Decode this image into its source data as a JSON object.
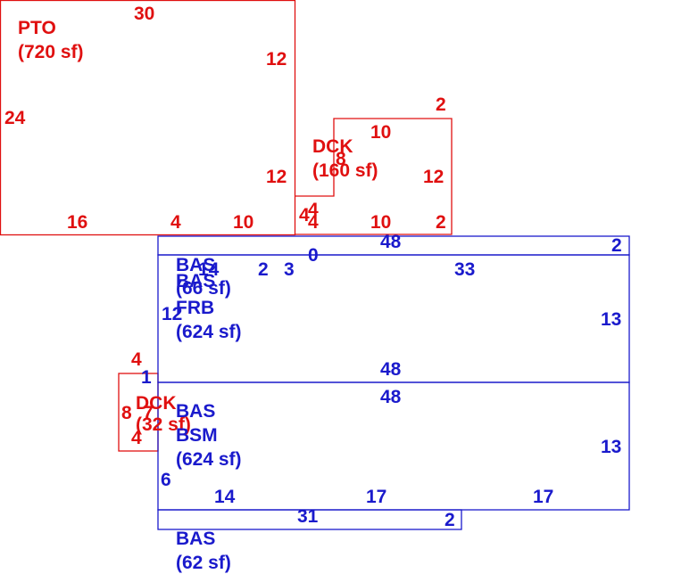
{
  "colors": {
    "red": "#e01010",
    "blue": "#1a1acc"
  },
  "areas": {
    "pto": {
      "code": "PTO",
      "area": "(720 sf)"
    },
    "dck_top": {
      "code": "DCK",
      "area": "(160 sf)"
    },
    "bas_small_top": {
      "code": "BAS",
      "area": "(66 sf)"
    },
    "bas_frb": {
      "code": "BAS",
      "sub": "FRB",
      "area": "(624 sf)"
    },
    "dck_small": {
      "code": "DCK",
      "area": "(32 sf)"
    },
    "bas_bsm": {
      "code": "BAS",
      "sub": "BSM",
      "area": "(624 sf)"
    },
    "bas_bottom": {
      "code": "BAS",
      "area": "(62 sf)"
    }
  },
  "dimensions": {
    "pto_top": "30",
    "pto_right_upper": "12",
    "pto_left": "24",
    "pto_right_lower": "12",
    "pto_bottom_a": "16",
    "pto_bottom_b": "4",
    "pto_bottom_c": "10",
    "dck_top_right": "2",
    "dck_top": "10",
    "dck_left": "8",
    "dck_right": "12",
    "dck_step_a": "4",
    "dck_step_b": "4",
    "dck_step_c": "4",
    "dck_bottom": "10",
    "dck_bottom_right": "2",
    "strip_top": "48",
    "strip_right": "2",
    "strip_left_zero": "0",
    "frb_top_a": "2",
    "frb_top_b": "3",
    "frb_top_c": "33",
    "frb_left_14": "14",
    "frb_left": "12",
    "frb_right": "13",
    "frb_bottom": "48",
    "dck_small_top": "4",
    "dck_small_one": "1",
    "dck_small_left": "8",
    "dck_small_right": "7",
    "dck_small_bottom": "4",
    "bsm_top": "48",
    "bsm_right": "13",
    "bsm_left": "6",
    "bsm_bottom_a": "14",
    "bsm_bottom_b": "17",
    "bsm_bottom_c": "17",
    "bottom_top": "31",
    "bottom_right": "2"
  }
}
